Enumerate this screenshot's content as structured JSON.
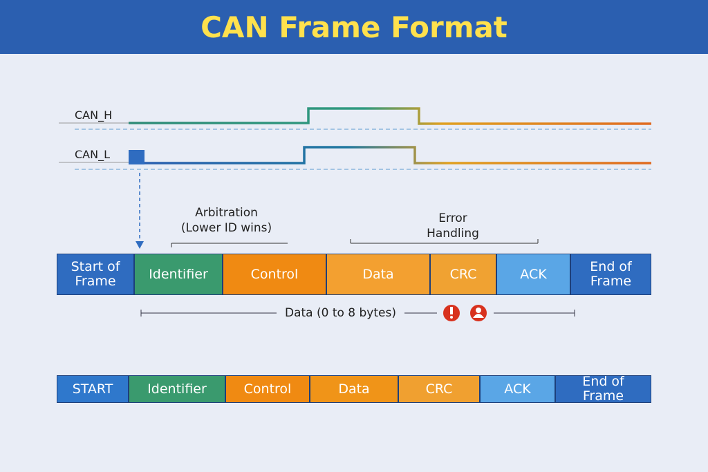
{
  "title": "CAN Frame Format",
  "signals": {
    "can_h": "CAN_H",
    "can_l": "CAN_L"
  },
  "annotations": {
    "arbitration": "Arbitration\n(Lower ID wins)",
    "error": "Error\nHandling",
    "data_range": "Data (0 to 8 bytes)"
  },
  "icons": [
    "error-exclamation-icon",
    "user-icon"
  ],
  "frame_top": [
    {
      "label": "Start of Frame",
      "color": "#2f6cc0"
    },
    {
      "label": "Identifier",
      "color": "#3a9a6e"
    },
    {
      "label": "Control",
      "color": "#f08a12"
    },
    {
      "label": "Data",
      "color": "#f3a030"
    },
    {
      "label": "CRC",
      "color": "#f0a232"
    },
    {
      "label": "ACK",
      "color": "#5aa6e6"
    },
    {
      "label": "End of Frame",
      "color": "#2f6cc0"
    }
  ],
  "frame_bottom": [
    {
      "label": "START",
      "color": "#2f78cc"
    },
    {
      "label": "Identifier",
      "color": "#3a9a6e"
    },
    {
      "label": "Control",
      "color": "#f08a12"
    },
    {
      "label": "Data",
      "color": "#f09418"
    },
    {
      "label": "CRC",
      "color": "#f0a030"
    },
    {
      "label": "ACK",
      "color": "#5aa6e6"
    },
    {
      "label": "End of Frame",
      "color": "#2f6cc0"
    }
  ]
}
